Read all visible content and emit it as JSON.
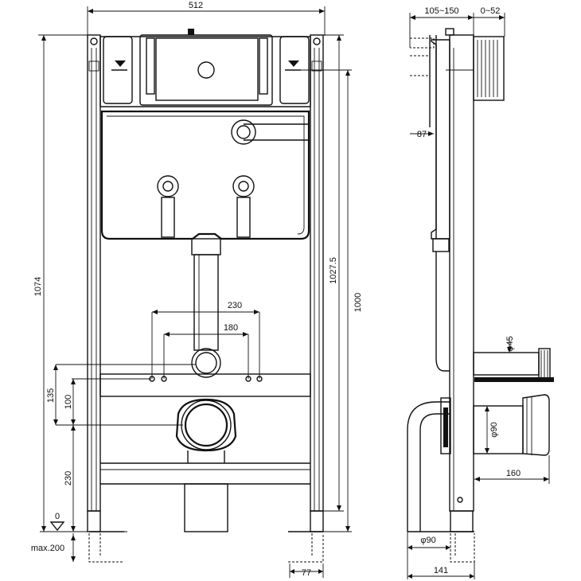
{
  "front_view": {
    "width": "512",
    "frame_height": "1074",
    "height_1027": "1027.5",
    "height_1000": "1000",
    "spacing_230": "230",
    "spacing_180": "180",
    "height_135": "135",
    "height_100": "100",
    "height_230": "230",
    "zero": "0",
    "max_adjust": "max.200",
    "foot_width": "77"
  },
  "side_view": {
    "depth_range": "105~150",
    "wall_range": "0~52",
    "depth_87": "87",
    "dia_45": "φ45",
    "dia_90_outlet": "φ90",
    "length_160": "160",
    "dia_90_bottom": "φ90",
    "base_141": "141"
  }
}
